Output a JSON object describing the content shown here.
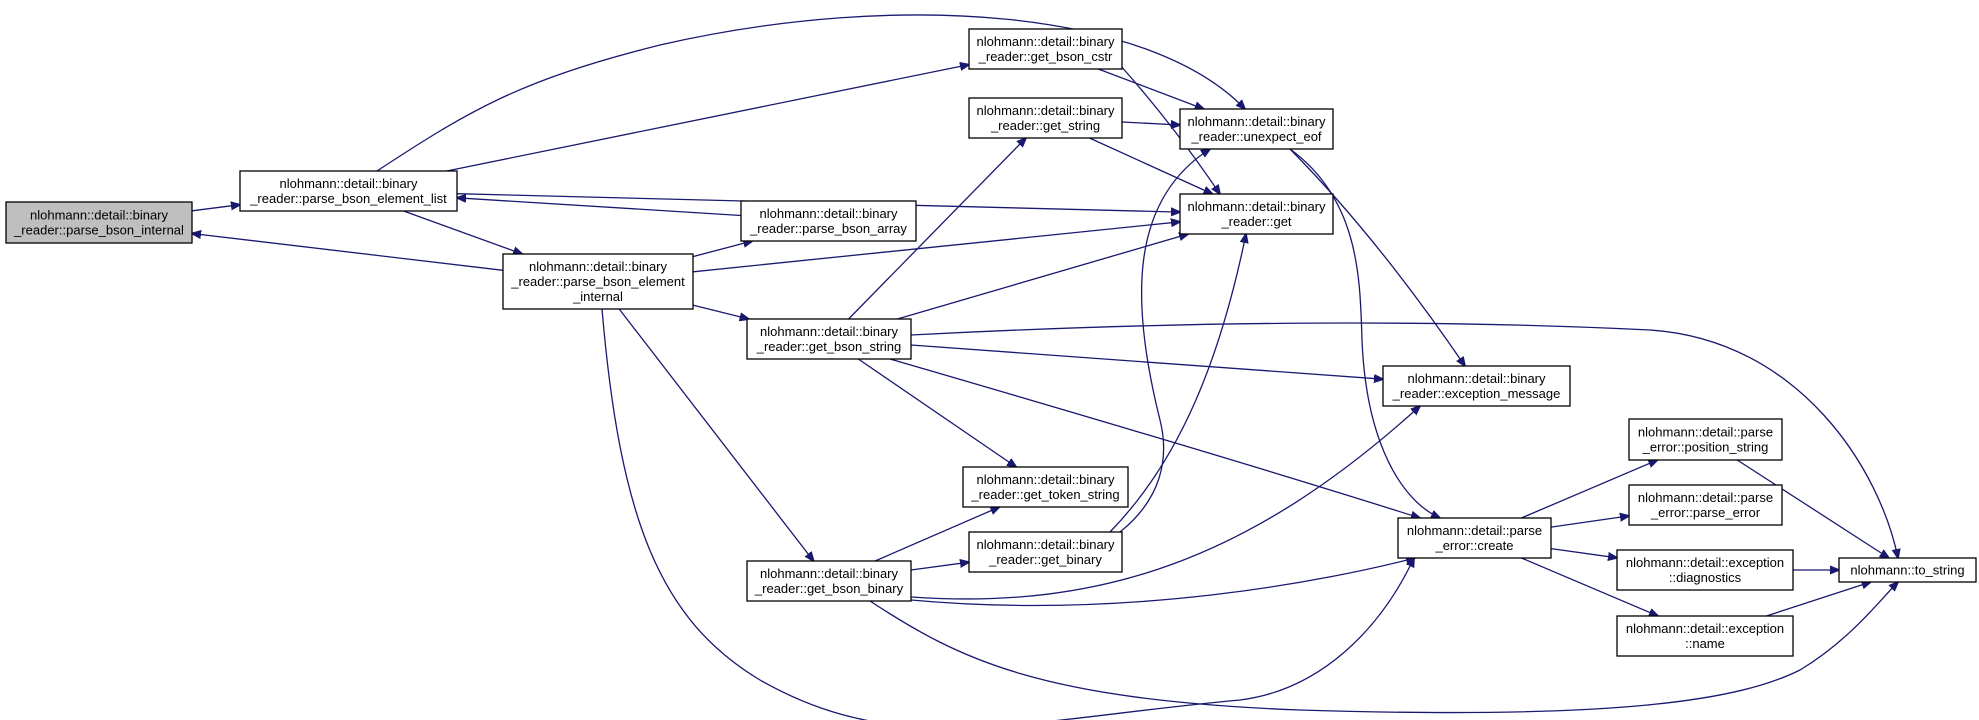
{
  "graph": {
    "nodes": [
      {
        "id": "parse_bson_internal",
        "lines": [
          "nlohmann::detail::binary",
          "_reader::parse_bson_internal"
        ],
        "highlight": true
      },
      {
        "id": "parse_bson_element_list",
        "lines": [
          "nlohmann::detail::binary",
          "_reader::parse_bson_element_list"
        ]
      },
      {
        "id": "parse_bson_element_internal",
        "lines": [
          "nlohmann::detail::binary",
          "_reader::parse_bson_element",
          "_internal"
        ]
      },
      {
        "id": "parse_bson_array",
        "lines": [
          "nlohmann::detail::binary",
          "_reader::parse_bson_array"
        ]
      },
      {
        "id": "get_bson_cstr",
        "lines": [
          "nlohmann::detail::binary",
          "_reader::get_bson_cstr"
        ]
      },
      {
        "id": "get_string",
        "lines": [
          "nlohmann::detail::binary",
          "_reader::get_string"
        ]
      },
      {
        "id": "get_bson_string",
        "lines": [
          "nlohmann::detail::binary",
          "_reader::get_bson_string"
        ]
      },
      {
        "id": "get_bson_binary",
        "lines": [
          "nlohmann::detail::binary",
          "_reader::get_bson_binary"
        ]
      },
      {
        "id": "get_token_string",
        "lines": [
          "nlohmann::detail::binary",
          "_reader::get_token_string"
        ]
      },
      {
        "id": "get_binary",
        "lines": [
          "nlohmann::detail::binary",
          "_reader::get_binary"
        ]
      },
      {
        "id": "unexpect_eof",
        "lines": [
          "nlohmann::detail::binary",
          "_reader::unexpect_eof"
        ]
      },
      {
        "id": "get",
        "lines": [
          "nlohmann::detail::binary",
          "_reader::get"
        ]
      },
      {
        "id": "exception_message",
        "lines": [
          "nlohmann::detail::binary",
          "_reader::exception_message"
        ]
      },
      {
        "id": "create",
        "lines": [
          "nlohmann::detail::parse",
          "_error::create"
        ]
      },
      {
        "id": "position_string",
        "lines": [
          "nlohmann::detail::parse",
          "_error::position_string"
        ]
      },
      {
        "id": "parse_error",
        "lines": [
          "nlohmann::detail::parse",
          "_error::parse_error"
        ]
      },
      {
        "id": "diagnostics",
        "lines": [
          "nlohmann::detail::exception",
          "::diagnostics"
        ]
      },
      {
        "id": "name",
        "lines": [
          "nlohmann::detail::exception",
          "::name"
        ]
      },
      {
        "id": "to_string",
        "lines": [
          "nlohmann::to_string"
        ]
      }
    ],
    "edges": [
      [
        "parse_bson_internal",
        "parse_bson_element_list"
      ],
      [
        "parse_bson_element_list",
        "get_bson_cstr"
      ],
      [
        "parse_bson_element_list",
        "unexpect_eof"
      ],
      [
        "parse_bson_element_list",
        "get"
      ],
      [
        "parse_bson_element_list",
        "parse_bson_element_internal"
      ],
      [
        "parse_bson_element_internal",
        "parse_bson_internal"
      ],
      [
        "parse_bson_array",
        "parse_bson_element_list"
      ],
      [
        "parse_bson_element_internal",
        "parse_bson_array"
      ],
      [
        "parse_bson_element_internal",
        "get"
      ],
      [
        "parse_bson_element_internal",
        "get_bson_string"
      ],
      [
        "parse_bson_element_internal",
        "get_bson_binary"
      ],
      [
        "parse_bson_element_internal",
        "create"
      ],
      [
        "get_bson_cstr",
        "unexpect_eof"
      ],
      [
        "get_bson_cstr",
        "get"
      ],
      [
        "get_string",
        "unexpect_eof"
      ],
      [
        "get_string",
        "get"
      ],
      [
        "get_bson_string",
        "get_string"
      ],
      [
        "get_bson_string",
        "get"
      ],
      [
        "get_bson_string",
        "to_string"
      ],
      [
        "get_bson_string",
        "exception_message"
      ],
      [
        "get_bson_string",
        "create"
      ],
      [
        "get_bson_string",
        "get_token_string"
      ],
      [
        "get_bson_binary",
        "get_token_string"
      ],
      [
        "get_bson_binary",
        "get_binary"
      ],
      [
        "get_bson_binary",
        "exception_message"
      ],
      [
        "get_bson_binary",
        "create"
      ],
      [
        "get_bson_binary",
        "to_string"
      ],
      [
        "get_binary",
        "unexpect_eof"
      ],
      [
        "get_binary",
        "get"
      ],
      [
        "unexpect_eof",
        "exception_message"
      ],
      [
        "unexpect_eof",
        "create"
      ],
      [
        "create",
        "position_string"
      ],
      [
        "create",
        "parse_error"
      ],
      [
        "create",
        "diagnostics"
      ],
      [
        "create",
        "name"
      ],
      [
        "position_string",
        "to_string"
      ],
      [
        "diagnostics",
        "to_string"
      ],
      [
        "name",
        "to_string"
      ]
    ]
  }
}
